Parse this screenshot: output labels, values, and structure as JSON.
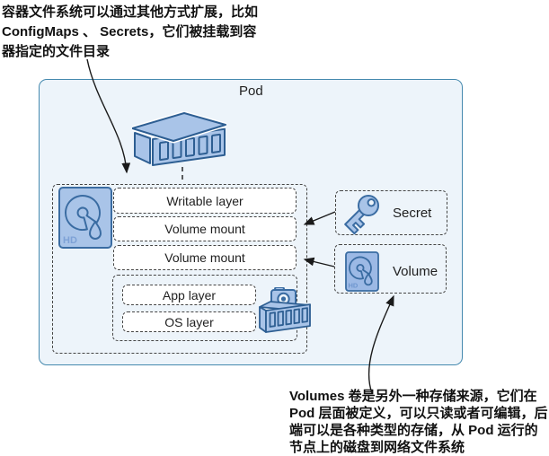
{
  "pod": {
    "label": "Pod"
  },
  "stack": {
    "items": [
      "Writable layer",
      "Volume mount",
      "Volume mount"
    ]
  },
  "image_group": {
    "items": [
      "App layer",
      "OS layer"
    ]
  },
  "sources": {
    "secret": {
      "label": "Secret",
      "icon": "key-icon"
    },
    "volume": {
      "label": "Volume",
      "icon": "hard-disk-icon"
    }
  },
  "notes": {
    "top": {
      "lines": [
        "容器文件系统可以通过其他方式扩展，比如",
        "ConfigMaps 、 Secrets，它们被挂载到容",
        "器指定的文件目录"
      ]
    },
    "bottom": {
      "lines": [
        "Volumes 卷是另外一种存储来源，它们在",
        "Pod 层面被定义，可以只读或者可编辑，后",
        "端可以是各种类型的存储，从 Pod 运行的",
        "节点上的磁盘到网络文件系统"
      ]
    }
  },
  "icons": {
    "hd_label": "HD",
    "pod_container": "container-3d-icon",
    "layers_disk": "hard-disk-icon",
    "secret_key": "key-icon",
    "volume_disk": "hard-disk-icon",
    "snapshot": "container-image-snapshot-icon"
  },
  "colors": {
    "pod_fill": "#edf4fa",
    "pod_border": "#4589ae",
    "icon_fill": "#a9c4e8",
    "icon_fill_dark": "#9cb9e5",
    "icon_stroke": "#34689e",
    "dashed_border": "#444444",
    "arrow": "#1a1a1a"
  }
}
